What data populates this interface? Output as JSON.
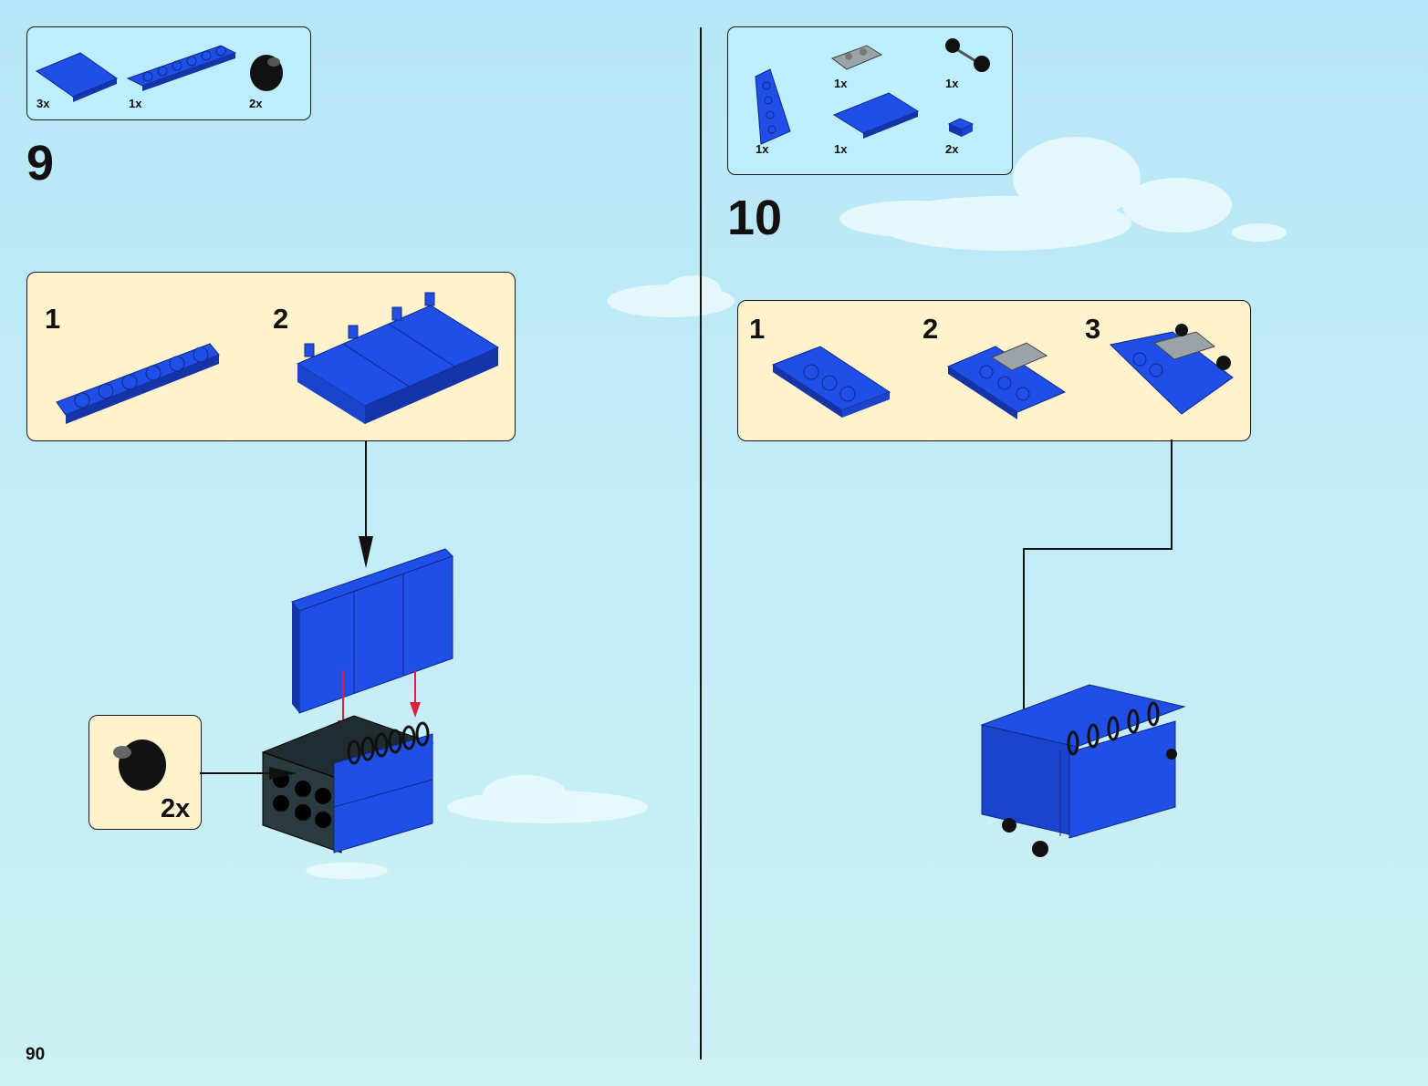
{
  "page_number": "90",
  "colors": {
    "brick_blue": "#1f4fe6",
    "brick_blue_dark": "#1534a8",
    "callout_bg": "#fff2cc",
    "parts_bg": "#bdeefd",
    "arrow_red": "#e0203a"
  },
  "step9": {
    "number": "9",
    "parts": [
      {
        "icon": "blue-clip-plate-icon",
        "qty": "3x"
      },
      {
        "icon": "blue-1x6-plate-icon",
        "qty": "1x"
      },
      {
        "icon": "black-wheel-hub-icon",
        "qty": "2x"
      }
    ],
    "substeps": [
      "1",
      "2"
    ],
    "wheel_callout_qty": "2x"
  },
  "step10": {
    "number": "10",
    "parts": [
      {
        "icon": "grey-plate-clip-icon",
        "qty": "1x"
      },
      {
        "icon": "black-axle-wheels-icon",
        "qty": "1x"
      },
      {
        "icon": "blue-wedge-plate-icon",
        "qty": "1x"
      },
      {
        "icon": "blue-tile-icon",
        "qty": "1x"
      },
      {
        "icon": "blue-1x1-plate-icon",
        "qty": "2x"
      }
    ],
    "substeps": [
      "1",
      "2",
      "3"
    ]
  }
}
